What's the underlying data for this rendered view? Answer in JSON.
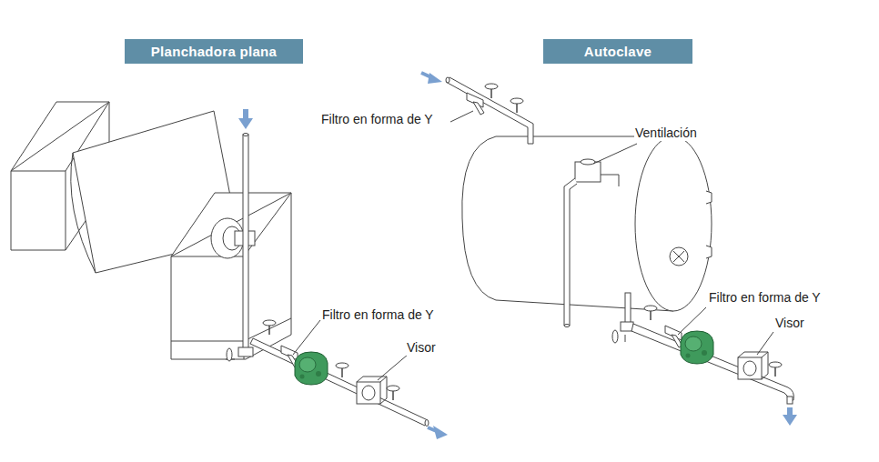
{
  "diagram": {
    "nodes": [
      {
        "text": [
          "Planchadora plana"
        ]
      },
      {
        "text": [
          "Autoclave"
        ]
      }
    ],
    "labels": [
      "Filtro en forma de Y",
      "Ventilación",
      "Filtro en forma de Y",
      "Visor",
      "Filtro en forma de Y",
      "Visor"
    ]
  }
}
